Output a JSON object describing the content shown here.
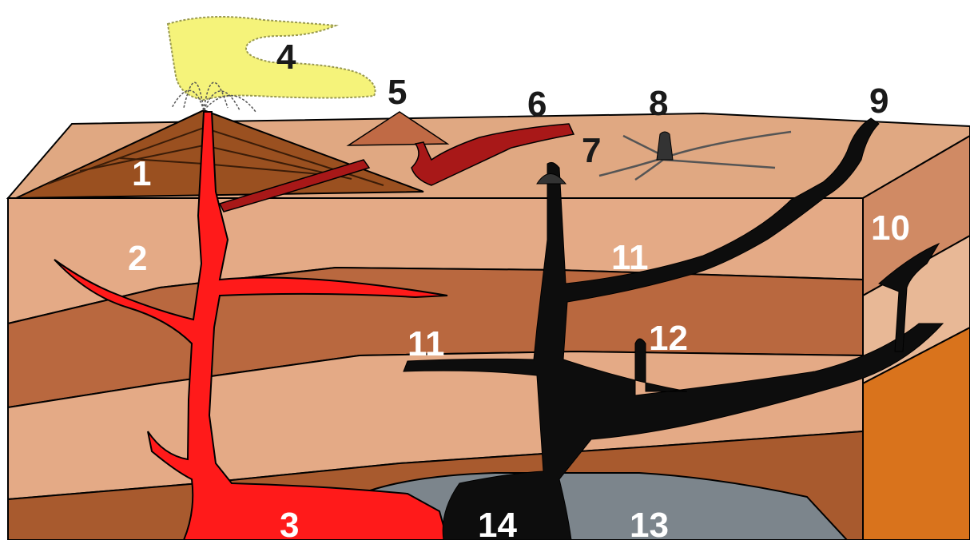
{
  "labels": {
    "n1": "1",
    "n2": "2",
    "n3": "3",
    "n4": "4",
    "n5": "5",
    "n6": "6",
    "n7": "7",
    "n8": "8",
    "n9": "9",
    "n10": "10",
    "n11a": "11",
    "n11b": "11",
    "n12": "12",
    "n13": "13",
    "n14": "14"
  },
  "colors": {
    "surface": "#e0a882",
    "layer_light": "#e4aa86",
    "layer_dark": "#b9683f",
    "layer_bottom": "#a85a2e",
    "side_light": "#d08a64",
    "side_orange": "#d9731c",
    "magma_red": "#ff1a1a",
    "dark_intrusion": "#0d0d0d",
    "batholith_grey": "#7c858c",
    "ash_yellow": "#f5f37a",
    "cone_brown": "#9a5020",
    "dike_darkred": "#7a1010",
    "cinder_cone": "#c06a45"
  }
}
